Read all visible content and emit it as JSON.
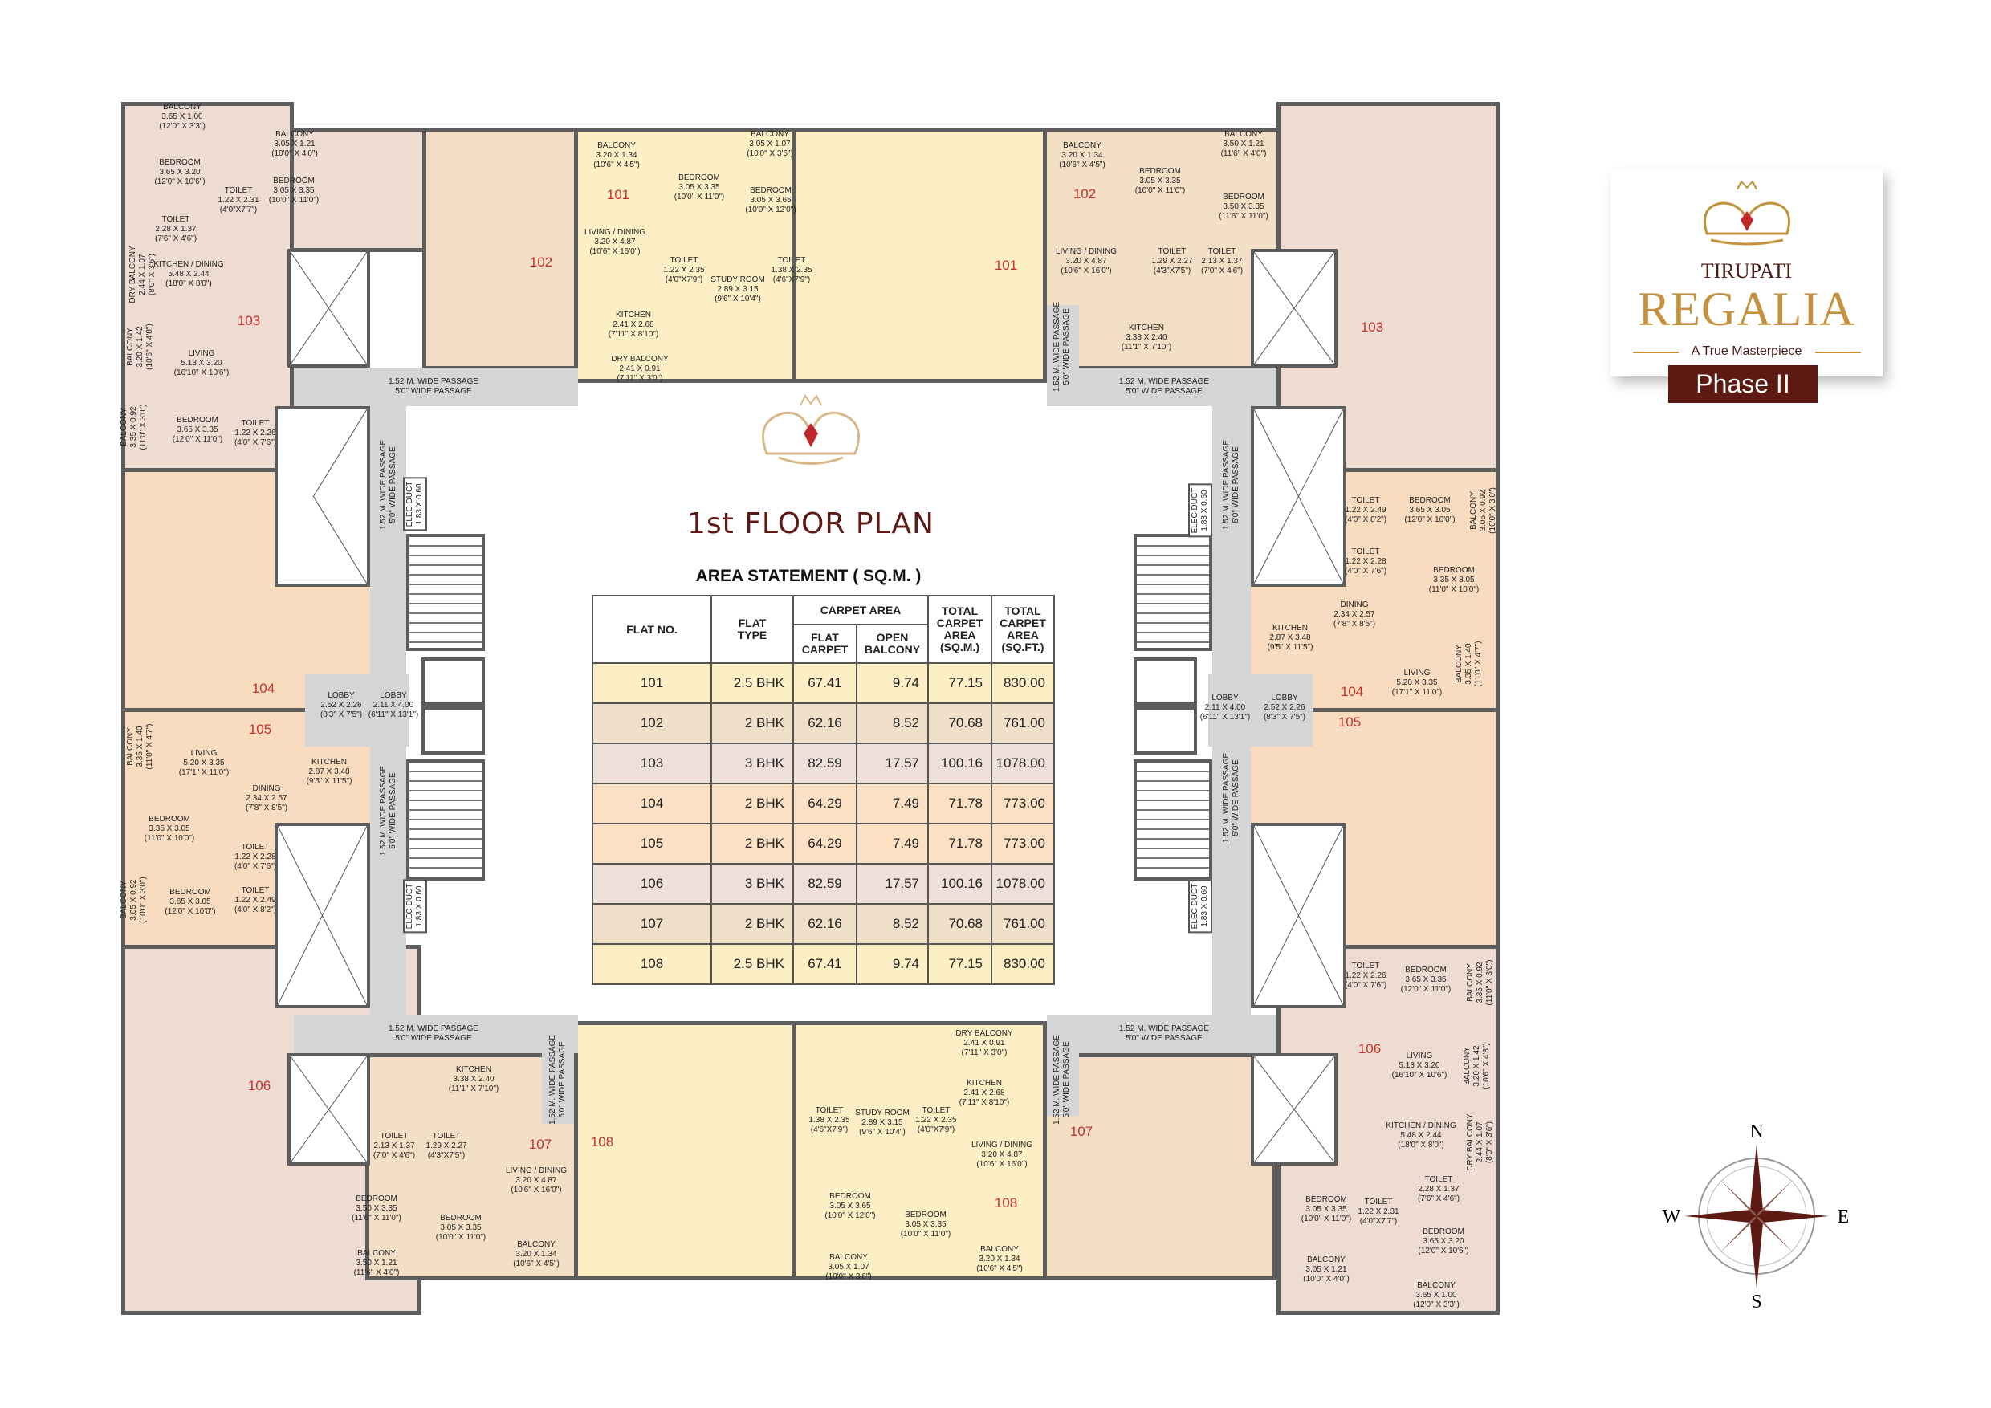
{
  "title": "1st FLOOR PLAN",
  "area_statement": {
    "title": "AREA STATEMENT ( SQ.M. )",
    "headers": {
      "flat_no": "FLAT NO.",
      "flat_type": "FLAT TYPE",
      "carpet_area": "CARPET AREA",
      "flat_carpet": "FLAT CARPET",
      "open_balcony": "OPEN BALCONY",
      "total_sqm": "TOTAL CARPET AREA (SQ.M.)",
      "total_sqft": "TOTAL CARPET AREA (SQ.FT.)"
    },
    "rows": [
      {
        "flat": "101",
        "type": "2.5 BHK",
        "carpet": "67.41",
        "balcony": "9.74",
        "total_sqm": "77.15",
        "total_sqft": "830.00",
        "color": "#fcefc6"
      },
      {
        "flat": "102",
        "type": "2 BHK",
        "carpet": "62.16",
        "balcony": "8.52",
        "total_sqm": "70.68",
        "total_sqft": "761.00",
        "color": "#f1e0c9"
      },
      {
        "flat": "103",
        "type": "3 BHK",
        "carpet": "82.59",
        "balcony": "17.57",
        "total_sqm": "100.16",
        "total_sqft": "1078.00",
        "color": "#eedfd9"
      },
      {
        "flat": "104",
        "type": "2 BHK",
        "carpet": "64.29",
        "balcony": "7.49",
        "total_sqm": "71.78",
        "total_sqft": "773.00",
        "color": "#fbe0c4"
      },
      {
        "flat": "105",
        "type": "2 BHK",
        "carpet": "64.29",
        "balcony": "7.49",
        "total_sqm": "71.78",
        "total_sqft": "773.00",
        "color": "#fbe0c4"
      },
      {
        "flat": "106",
        "type": "3 BHK",
        "carpet": "82.59",
        "balcony": "17.57",
        "total_sqm": "100.16",
        "total_sqft": "1078.00",
        "color": "#eedfd9"
      },
      {
        "flat": "107",
        "type": "2 BHK",
        "carpet": "62.16",
        "balcony": "8.52",
        "total_sqm": "70.68",
        "total_sqft": "761.00",
        "color": "#f1e0c9"
      },
      {
        "flat": "108",
        "type": "2.5 BHK",
        "carpet": "67.41",
        "balcony": "9.74",
        "total_sqm": "77.15",
        "total_sqft": "830.00",
        "color": "#fcefc6"
      }
    ]
  },
  "brand": {
    "small": "TIRUPATI",
    "name": "REGALIA",
    "tagline": "A True Masterpiece",
    "phase": "Phase II",
    "gold": "#c4913f",
    "maroon": "#5c1a12"
  },
  "compass": {
    "n": "N",
    "s": "S",
    "e": "E",
    "w": "W"
  },
  "passage": {
    "m": "1.52 M. WIDE PASSAGE",
    "ft": "5'0\" WIDE PASSAGE"
  },
  "elec_duct": {
    "name": "ELEC DUCT",
    "dim": "1.83 X 0.60"
  },
  "flat_numbers": [
    "103",
    "102",
    "101",
    "101",
    "102",
    "103",
    "104",
    "105",
    "104",
    "105",
    "106",
    "107",
    "108",
    "108",
    "107",
    "106"
  ],
  "flat_number_color": "#c8302c",
  "rooms": [
    {
      "n": "BALCONY",
      "m": "3.65 X 1.00",
      "f": "(12'0\" X 3'3\")"
    },
    {
      "n": "BEDROOM",
      "m": "3.65 X 3.20",
      "f": "(12'0\" X 10'6\")"
    },
    {
      "n": "TOILET",
      "m": "1.22 X 2.31",
      "f": "(4'0\"X7'7\")"
    },
    {
      "n": "BALCONY",
      "m": "3.05 X 1.21",
      "f": "(10'0\" X 4'0\")"
    },
    {
      "n": "BEDROOM",
      "m": "3.05 X 3.35",
      "f": "(10'0\" X 11'0\")"
    },
    {
      "n": "TOILET",
      "m": "2.28 X 1.37",
      "f": "(7'6\" X 4'6\")"
    },
    {
      "n": "KITCHEN / DINING",
      "m": "5.48 X 2.44",
      "f": "(18'0\" X 8'0\")"
    },
    {
      "n": "DRY BALCONY",
      "m": "2.44 X 1.07",
      "f": "(8'0\" X 3'6\")"
    },
    {
      "n": "BALCONY",
      "m": "3.20 X 1.42",
      "f": "(10'6\" X 4'8\")"
    },
    {
      "n": "LIVING",
      "m": "5.13 X 3.20",
      "f": "(16'10\" X 10'6\")"
    },
    {
      "n": "BEDROOM",
      "m": "3.65 X 3.35",
      "f": "(12'0\" X 11'0\")"
    },
    {
      "n": "TOILET",
      "m": "1.22 X 2.26",
      "f": "(4'0\" X 7'6\")"
    },
    {
      "n": "BALCONY",
      "m": "3.35 X 0.92",
      "f": "(11'0\" X 3'0\")"
    },
    {
      "n": "BALCONY",
      "m": "3.20 X 1.34",
      "f": "(10'6\" X 4'5\")"
    },
    {
      "n": "BEDROOM",
      "m": "3.05 X 3.35",
      "f": "(10'0\" X 11'0\")"
    },
    {
      "n": "BEDROOM",
      "m": "3.05 X 3.65",
      "f": "(10'0\" X 12'0\")"
    },
    {
      "n": "BALCONY",
      "m": "3.05 X 1.07",
      "f": "(10'0\" X 3'6\")"
    },
    {
      "n": "LIVING / DINING",
      "m": "3.20 X 4.87",
      "f": "(10'6\" X 16'0\")"
    },
    {
      "n": "TOILET",
      "m": "1.22 X 2.35",
      "f": "(4'0\"X7'9\")"
    },
    {
      "n": "STUDY ROOM",
      "m": "2.89 X 3.15",
      "f": "(9'6\" X 10'4\")"
    },
    {
      "n": "TOILET",
      "m": "1.38 X 2.35",
      "f": "(4'6\"X7'9\")"
    },
    {
      "n": "KITCHEN",
      "m": "2.41 X 2.68",
      "f": "(7'11\" X 8'10\")"
    },
    {
      "n": "DRY BALCONY",
      "m": "2.41 X 0.91",
      "f": "(7'11\" X 3'0\")"
    },
    {
      "n": "LOBBY",
      "m": "2.52 X 2.26",
      "f": "(8'3\" X 7'5\")"
    },
    {
      "n": "LOBBY",
      "m": "2.11 X 4.00",
      "f": "(6'11\" X 13'1\")"
    },
    {
      "n": "BALCONY",
      "m": "3.35 X 1.40",
      "f": "(11'0\" X 4'7\")"
    },
    {
      "n": "LIVING",
      "m": "5.20 X 3.35",
      "f": "(17'1\" X 11'0\")"
    },
    {
      "n": "KITCHEN",
      "m": "2.87 X 3.48",
      "f": "(9'5\" X 11'5\")"
    },
    {
      "n": "DINING",
      "m": "2.34 X 2.57",
      "f": "(7'8\" X 8'5\")"
    },
    {
      "n": "BEDROOM",
      "m": "3.35 X 3.05",
      "f": "(11'0\" X 10'0\")"
    },
    {
      "n": "TOILET",
      "m": "1.22 X 2.28",
      "f": "(4'0\" X 7'6\")"
    },
    {
      "n": "TOILET",
      "m": "1.22 X 2.49",
      "f": "(4'0\" X 8'2\")"
    },
    {
      "n": "BEDROOM",
      "m": "3.65 X 3.05",
      "f": "(12'0\" X 10'0\")"
    },
    {
      "n": "BALCONY",
      "m": "3.05 X 0.92",
      "f": "(10'0\" X 3'0\")"
    },
    {
      "n": "KITCHEN",
      "m": "3.38 X 2.40",
      "f": "(11'1\" X 7'10\")"
    },
    {
      "n": "TOILET",
      "m": "2.13 X 1.37",
      "f": "(7'0\" X 4'6\")"
    },
    {
      "n": "TOILET",
      "m": "1.29 X 2.27",
      "f": "(4'3\"X7'5\")"
    },
    {
      "n": "LIVING / DINING",
      "m": "3.20 X 4.87",
      "f": "(10'6\" X 16'0\")"
    },
    {
      "n": "BEDROOM",
      "m": "3.50 X 3.35",
      "f": "(11'6\" X 11'0\")"
    },
    {
      "n": "BEDROOM",
      "m": "3.05 X 3.35",
      "f": "(10'0\" X 11'0\")"
    },
    {
      "n": "BALCONY",
      "m": "3.50 X 1.21",
      "f": "(11'6\" X 4'0\")"
    },
    {
      "n": "BALCONY",
      "m": "3.20 X 1.34",
      "f": "(10'6\" X 4'5\")"
    },
    {
      "n": "TOILET",
      "m": "1.38 X 2.35",
      "f": "(4'6\"X7'9\")"
    },
    {
      "n": "STUDY ROOM",
      "m": "2.89 X 3.15",
      "f": "(9'6\" X 10'4\")"
    },
    {
      "n": "TOILET",
      "m": "1.22 X 2.35",
      "f": "(4'0\"X7'9\")"
    },
    {
      "n": "DRY BALCONY",
      "m": "2.41 X 0.91",
      "f": "(7'11\" X 3'0\")"
    },
    {
      "n": "KITCHEN",
      "m": "2.41 X 2.68",
      "f": "(7'11\" X 8'10\")"
    },
    {
      "n": "LIVING / DINING",
      "m": "3.20 X 4.87",
      "f": "(10'6\" X 16'0\")"
    },
    {
      "n": "BEDROOM",
      "m": "3.05 X 3.65",
      "f": "(10'0\" X 12'0\")"
    },
    {
      "n": "BEDROOM",
      "m": "3.05 X 3.35",
      "f": "(10'0\" X 11'0\")"
    },
    {
      "n": "BALCONY",
      "m": "3.05 X 1.07",
      "f": "(10'0\" X 3'6\")"
    },
    {
      "n": "BALCONY",
      "m": "3.20 X 1.34",
      "f": "(10'6\" X 4'5\")"
    },
    {
      "n": "BALCONY",
      "m": "3.20 X 1.34",
      "f": "(10'6\" X 4'5\")"
    },
    {
      "n": "BEDROOM",
      "m": "3.05 X 3.35",
      "f": "(10'0\" X 11'0\")"
    },
    {
      "n": "BEDROOM",
      "m": "3.50 X 3.35",
      "f": "(11'6\" X 11'0\")"
    },
    {
      "n": "BALCONY",
      "m": "3.50 X 1.21",
      "f": "(11'6\" X 4'0\")"
    },
    {
      "n": "LIVING / DINING",
      "m": "3.20 X 4.87",
      "f": "(10'6\" X 16'0\")"
    },
    {
      "n": "TOILET",
      "m": "1.29 X 2.27",
      "f": "(4'3\"X7'5\")"
    },
    {
      "n": "TOILET",
      "m": "2.13 X 1.37",
      "f": "(7'0\" X 4'6\")"
    },
    {
      "n": "KITCHEN",
      "m": "3.38 X 2.40",
      "f": "(11'1\" X 7'10\")"
    },
    {
      "n": "TOILET",
      "m": "1.22 X 2.49",
      "f": "(4'0\" X 8'2\")"
    },
    {
      "n": "BEDROOM",
      "m": "3.65 X 3.05",
      "f": "(12'0\" X 10'0\")"
    },
    {
      "n": "BALCONY",
      "m": "3.05 X 0.92",
      "f": "(10'0\" X 3'0\")"
    },
    {
      "n": "TOILET",
      "m": "1.22 X 2.28",
      "f": "(4'0\" X 7'6\")"
    },
    {
      "n": "BEDROOM",
      "m": "3.35 X 3.05",
      "f": "(11'0\" X 10'0\")"
    },
    {
      "n": "DINING",
      "m": "2.34 X 2.57",
      "f": "(7'8\" X 8'5\")"
    },
    {
      "n": "KITCHEN",
      "m": "2.87 X 3.48",
      "f": "(9'5\" X 11'5\")"
    },
    {
      "n": "LIVING",
      "m": "5.20 X 3.35",
      "f": "(17'1\" X 11'0\")"
    },
    {
      "n": "BALCONY",
      "m": "3.35 X 1.40",
      "f": "(11'0\" X 4'7\")"
    },
    {
      "n": "LOBBY",
      "m": "2.11 X 4.00",
      "f": "(6'11\" X 13'1\")"
    },
    {
      "n": "LOBBY",
      "m": "2.52 X 2.26",
      "f": "(8'3\" X 7'5\")"
    },
    {
      "n": "TOILET",
      "m": "1.22 X 2.26",
      "f": "(4'0\" X 7'6\")"
    },
    {
      "n": "BEDROOM",
      "m": "3.65 X 3.35",
      "f": "(12'0\" X 11'0\")"
    },
    {
      "n": "BALCONY",
      "m": "3.35 X 0.92",
      "f": "(11'0\" X 3'0\")"
    },
    {
      "n": "LIVING",
      "m": "5.13 X 3.20",
      "f": "(16'10\" X 10'6\")"
    },
    {
      "n": "BALCONY",
      "m": "3.20 X 1.42",
      "f": "(10'6\" X 4'8\")"
    },
    {
      "n": "KITCHEN / DINING",
      "m": "5.48 X 2.44",
      "f": "(18'0\" X 8'0\")"
    },
    {
      "n": "DRY BALCONY",
      "m": "2.44 X 1.07",
      "f": "(8'0\" X 3'6\")"
    },
    {
      "n": "TOILET",
      "m": "2.28 X 1.37",
      "f": "(7'6\" X 4'6\")"
    },
    {
      "n": "TOILET",
      "m": "1.22 X 2.31",
      "f": "(4'0\"X7'7\")"
    },
    {
      "n": "BEDROOM",
      "m": "3.05 X 3.35",
      "f": "(10'0\" X 11'0\")"
    },
    {
      "n": "BALCONY",
      "m": "3.05 X 1.21",
      "f": "(10'0\" X 4'0\")"
    },
    {
      "n": "BEDROOM",
      "m": "3.65 X 3.20",
      "f": "(12'0\" X 10'6\")"
    },
    {
      "n": "BALCONY",
      "m": "3.65 X 1.00",
      "f": "(12'0\" X 3'3\")"
    }
  ]
}
